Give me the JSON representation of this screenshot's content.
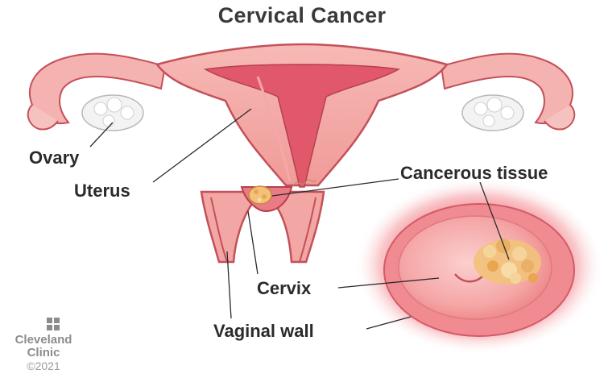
{
  "title": "Cervical Cancer",
  "labels": {
    "ovary": "Ovary",
    "uterus": "Uterus",
    "cancerous_tissue": "Cancerous tissue",
    "cervix": "Cervix",
    "vaginal_wall": "Vaginal wall"
  },
  "logo": {
    "name_line1": "Cleveland",
    "name_line2": "Clinic",
    "copyright": "©2021"
  },
  "colors": {
    "uterus_outer": "#f2a7a4",
    "uterus_inner": "#e05b6b",
    "tube_pink": "#f4b3b0",
    "outline": "#c4505a",
    "tumor": "#f2c27a",
    "cervix_glow": "#f37a82",
    "text": "#2b2b2b",
    "logo_gray": "#8c8c8c"
  }
}
